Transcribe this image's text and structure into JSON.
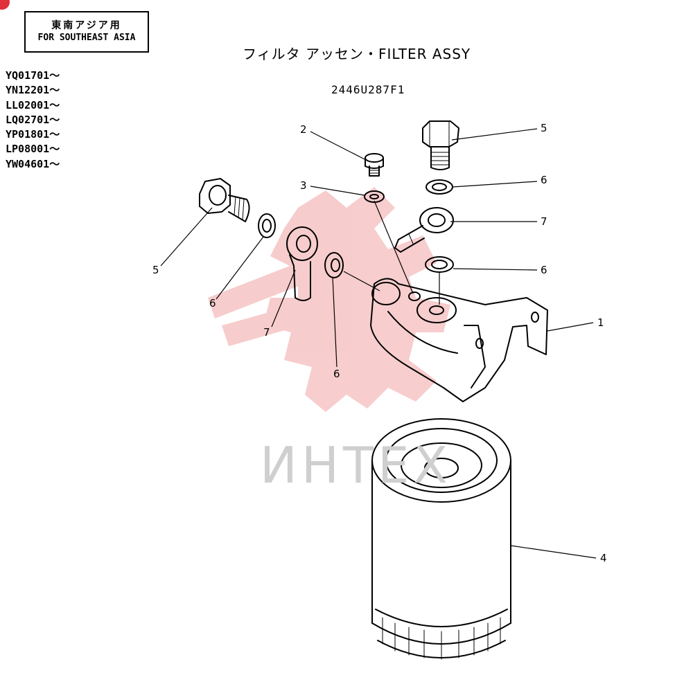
{
  "region": {
    "jp": "東南アジア用",
    "en": "FOR SOUTHEAST ASIA"
  },
  "serials": [
    "YQ01701～",
    "YN12201～",
    "LL02001～",
    "LQ02701～",
    "YP01801～",
    "LP08001～",
    "YW04601～"
  ],
  "title": "フィルタ アッセン・FILTER ASSY",
  "part_number": "2446U287F1",
  "watermark": {
    "text": "ИНТЕХ"
  },
  "callouts": [
    "2",
    "5",
    "3",
    "6",
    "7",
    "6",
    "5",
    "6",
    "7",
    "6",
    "1",
    "4"
  ],
  "colors": {
    "line": "#000000",
    "watermark": "#f3b3b3",
    "background": "#ffffff"
  }
}
